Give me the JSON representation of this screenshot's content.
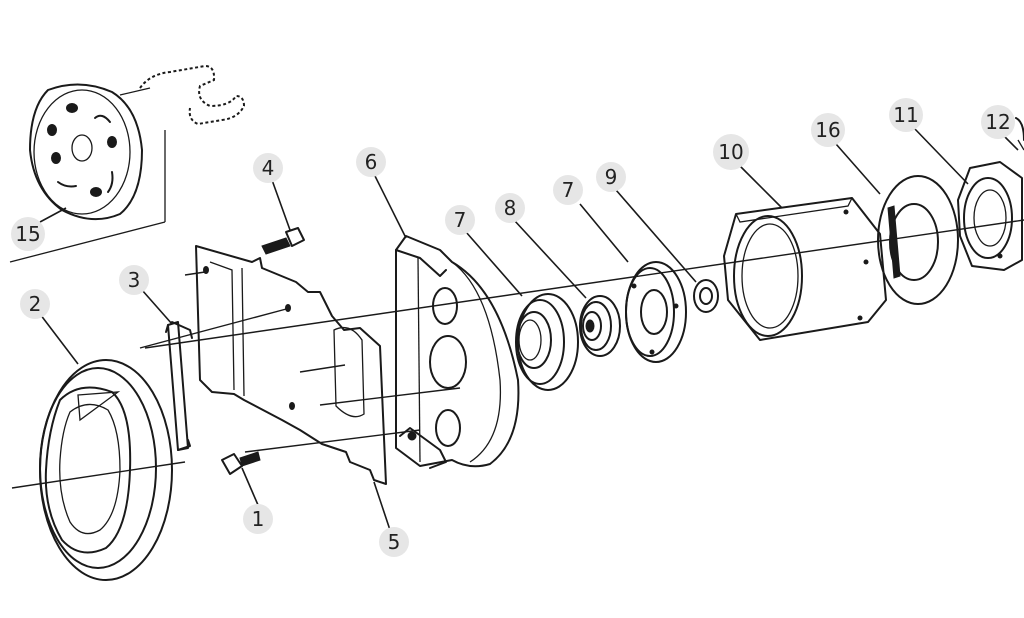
{
  "labels": [
    "1",
    "2",
    "3",
    "4",
    "5",
    "6",
    "7",
    "7",
    "8",
    "9",
    "10",
    "11",
    "12",
    "15",
    "16"
  ],
  "colors": {
    "ink": "#1a1a1a",
    "bubble": "#e6e6e6",
    "background": "#ffffff"
  }
}
